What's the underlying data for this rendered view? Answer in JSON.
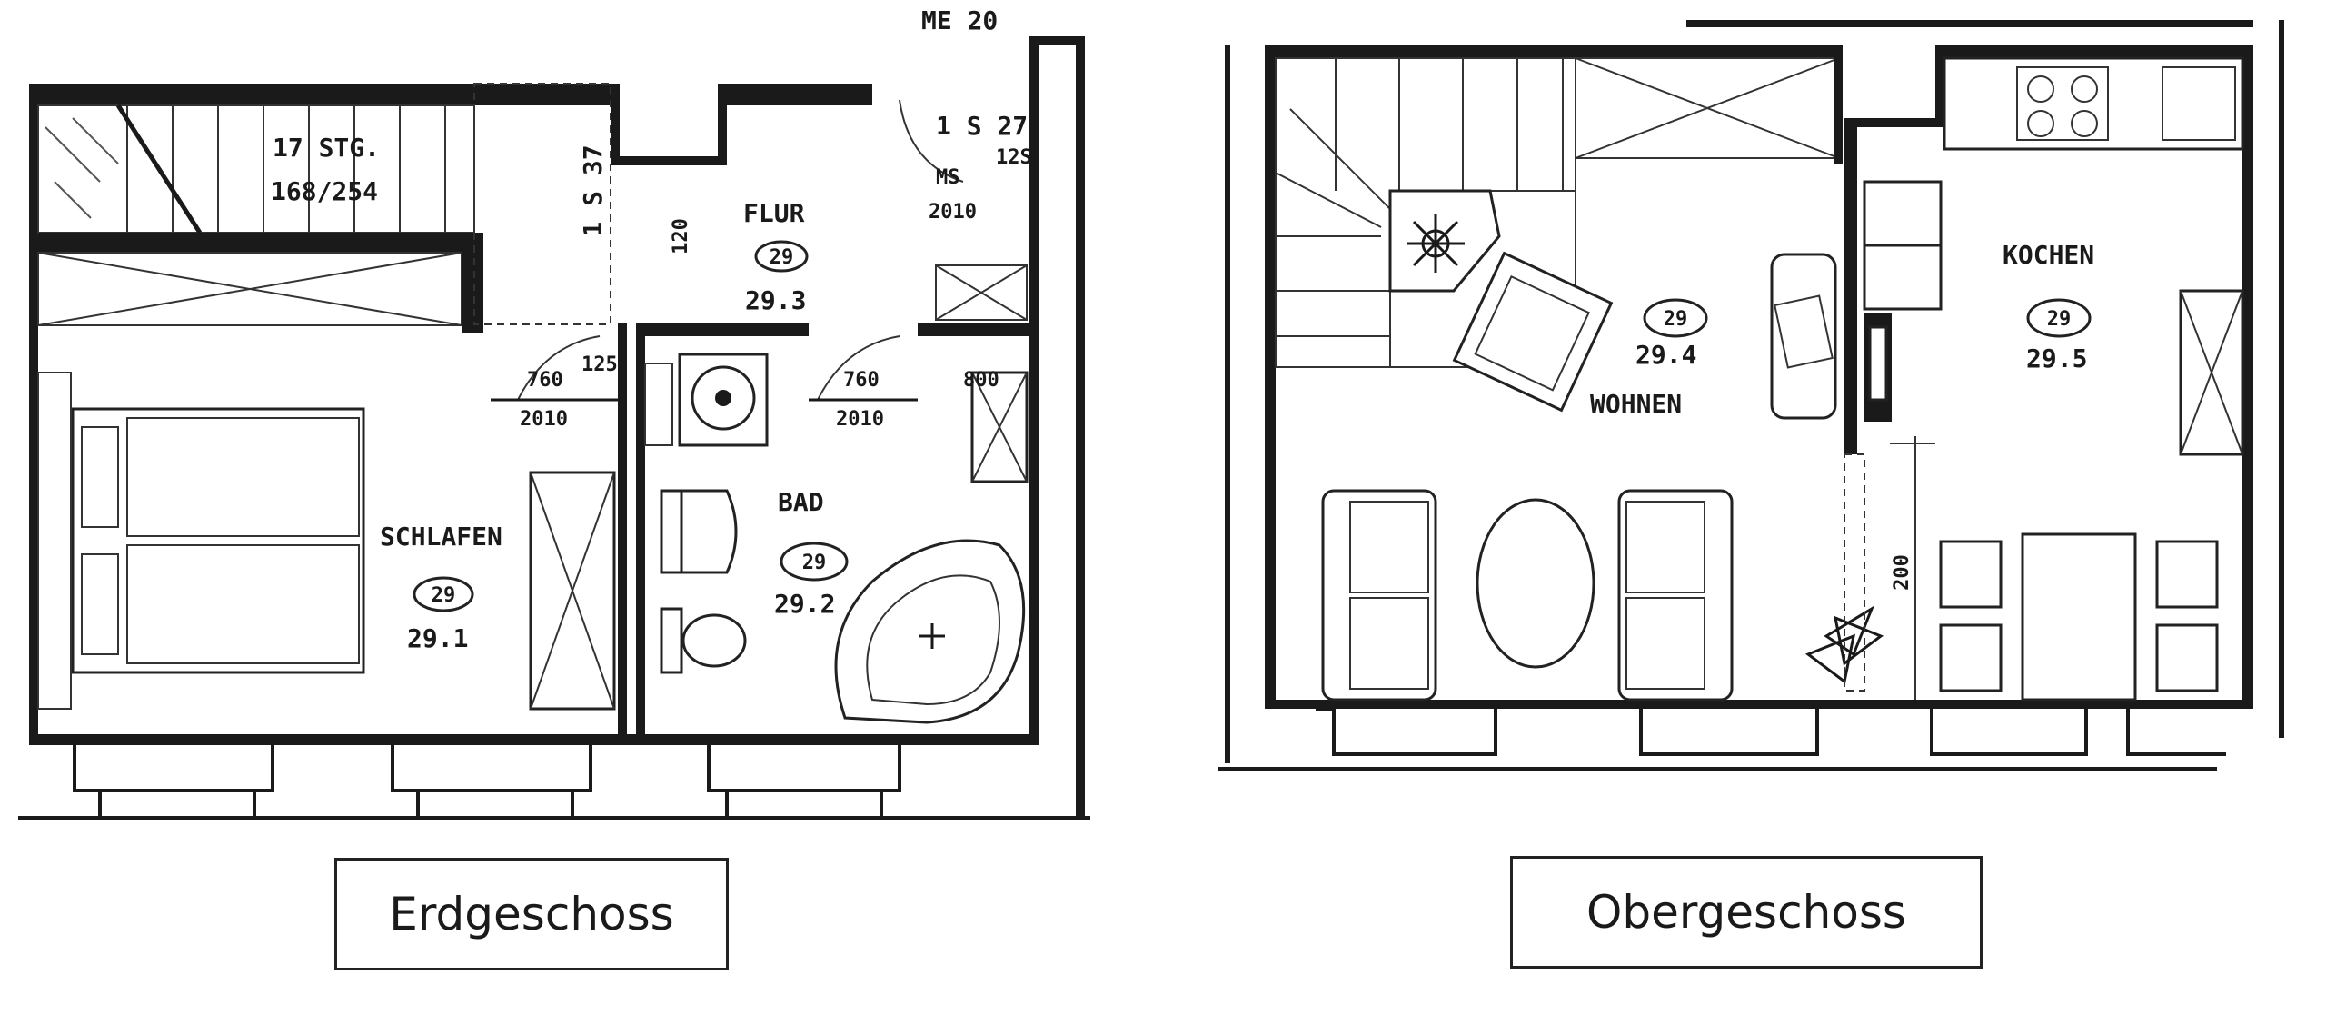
{
  "floors": {
    "ground": {
      "caption": "Erdgeschoss",
      "rooms": {
        "schlafen": {
          "name": "SCHLAFEN",
          "code": "29",
          "number": "29.1"
        },
        "bad": {
          "name": "BAD",
          "code": "29",
          "number": "29.2"
        },
        "flur": {
          "name": "FLUR",
          "code": "29",
          "number": "29.3"
        }
      },
      "annotations": {
        "stair_count": "17 STG.",
        "stair_ratio": "168/254",
        "wall_1": "1 S 37",
        "wall_2": "1 S 27",
        "height": "120",
        "door_1_w": "760",
        "door_1_h": "2010",
        "door_2_w": "760",
        "door_2_h": "2010",
        "top_marker": "ME 20",
        "ms": "MS",
        "ms_height": "2010",
        "width_800": "800",
        "dim_125": "125",
        "dim_12": "12S"
      }
    },
    "upper": {
      "caption": "Obergeschoss",
      "rooms": {
        "wohnen": {
          "name": "WOHNEN",
          "code": "29",
          "number": "29.4"
        },
        "kochen": {
          "name": "KOCHEN",
          "code": "29",
          "number": "29.5"
        }
      },
      "annotations": {
        "opening_height": "200"
      }
    }
  }
}
